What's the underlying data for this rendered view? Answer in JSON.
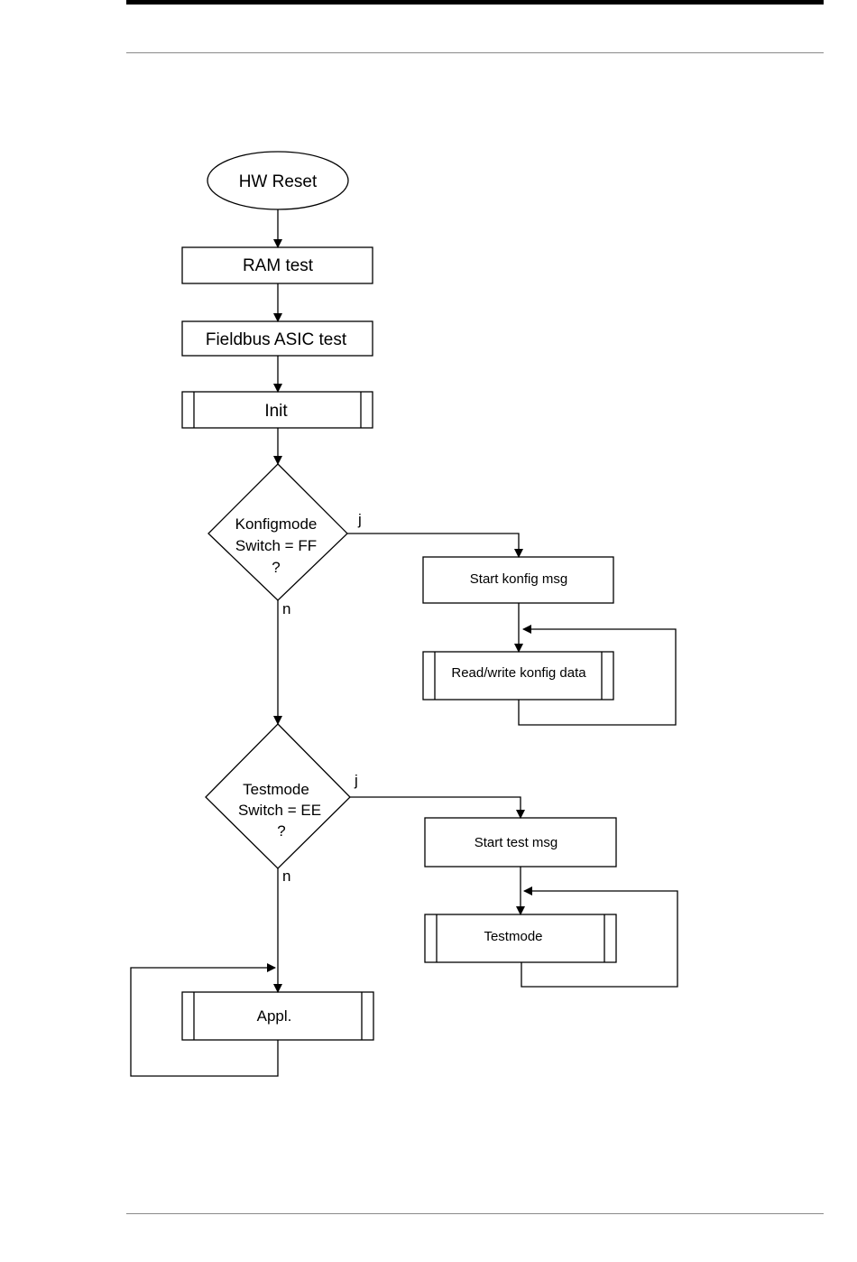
{
  "flowchart": {
    "start": "HW Reset",
    "ram_test": "RAM test",
    "asic_test": "Fieldbus ASIC test",
    "init": "Init",
    "konfig_decision": [
      "Konfigmode",
      "Switch = FF",
      "?"
    ],
    "konfig_yes": "j",
    "konfig_no": "n",
    "start_konfig": "Start konfig msg",
    "rw_konfig": "Read/write konfig data",
    "test_decision": [
      "Testmode",
      "Switch = EE",
      "?"
    ],
    "test_yes": "j",
    "test_no": "n",
    "start_test": "Start test msg",
    "testmode": "Testmode",
    "appl": "Appl."
  }
}
